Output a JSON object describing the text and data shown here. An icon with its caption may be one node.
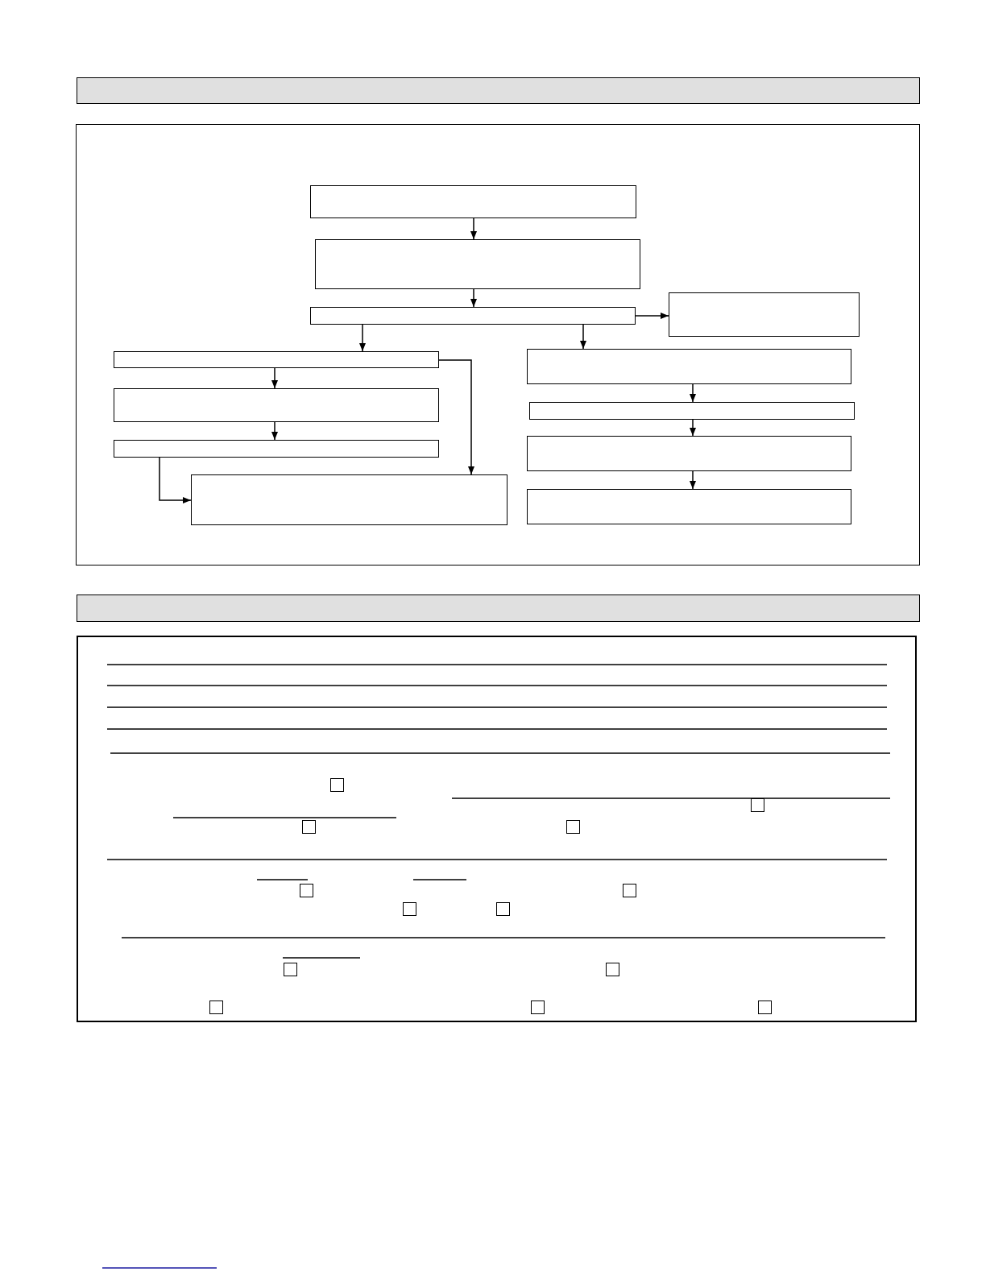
{
  "diagram": {
    "nodes": [
      {
        "text": [],
        "shape": "box"
      },
      {
        "text": [],
        "shape": "box"
      },
      {
        "text": [],
        "shape": "box"
      },
      {
        "text": [],
        "shape": "box"
      },
      {
        "text": [],
        "shape": "box"
      },
      {
        "text": [],
        "shape": "box"
      },
      {
        "text": [],
        "shape": "box"
      },
      {
        "text": [],
        "shape": "box"
      },
      {
        "text": [],
        "shape": "box"
      },
      {
        "text": [],
        "shape": "box"
      },
      {
        "text": [],
        "shape": "box"
      },
      {
        "text": [],
        "shape": "box"
      }
    ],
    "edges": [
      {
        "from": 0,
        "to": 1,
        "arrow": "to"
      },
      {
        "from": 1,
        "to": 2,
        "arrow": "to"
      },
      {
        "from": 2,
        "to": 3,
        "arrow": "to"
      },
      {
        "from": 2,
        "to": 4,
        "arrow": "to"
      },
      {
        "from": 2,
        "to": 8,
        "arrow": "to"
      },
      {
        "from": 4,
        "to": 5,
        "arrow": "to"
      },
      {
        "from": 4,
        "to": 7,
        "arrow": "to"
      },
      {
        "from": 5,
        "to": 6,
        "arrow": "to"
      },
      {
        "from": 6,
        "to": 7,
        "arrow": "to"
      },
      {
        "from": 8,
        "to": 9,
        "arrow": "to"
      },
      {
        "from": 9,
        "to": 10,
        "arrow": "to"
      },
      {
        "from": 10,
        "to": 11,
        "arrow": "to"
      }
    ]
  }
}
